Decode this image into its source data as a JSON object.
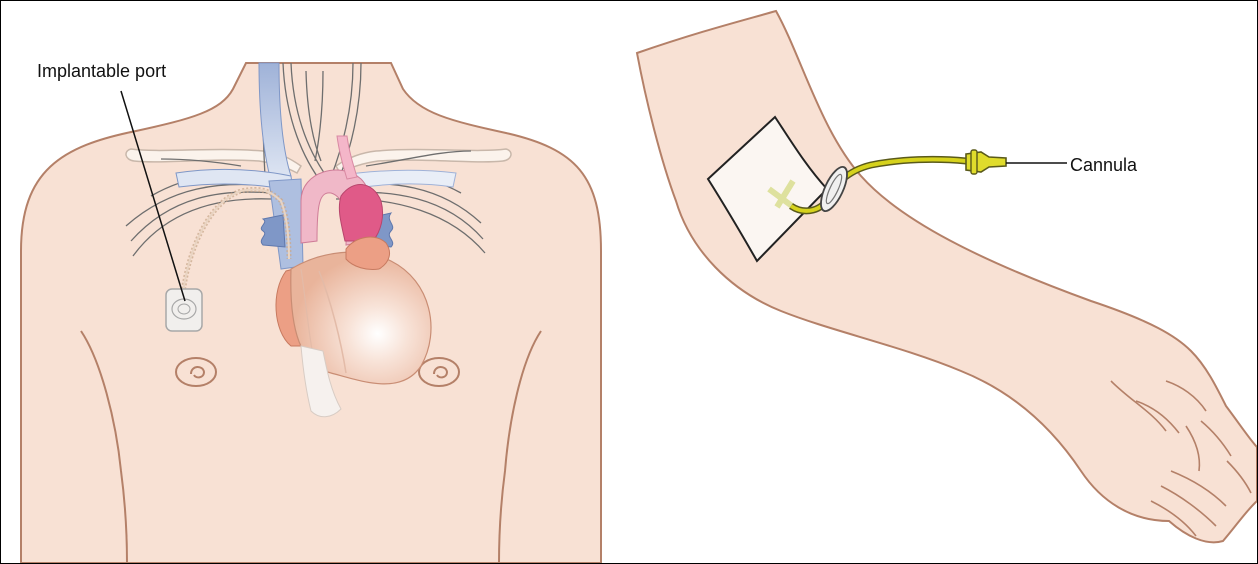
{
  "labels": {
    "implantable_port": "Implantable port",
    "cannula": "Cannula"
  },
  "colors": {
    "skin": "#f8e1d4",
    "skin_outline": "#b48068",
    "vein_blue": "#7f97c7",
    "vein_light": "#d5def0",
    "heart_pink": "#e05a88",
    "heart_main": "#f2c7b2",
    "tubing_yellow": "#d6d21c",
    "line_dark": "#222222"
  },
  "icons": {
    "torso": "torso-illustration",
    "heart": "heart-illustration",
    "port": "implantable-port-device",
    "arm": "arm-illustration",
    "dressing": "dressing-patch",
    "cannula": "cannula-tubing"
  }
}
